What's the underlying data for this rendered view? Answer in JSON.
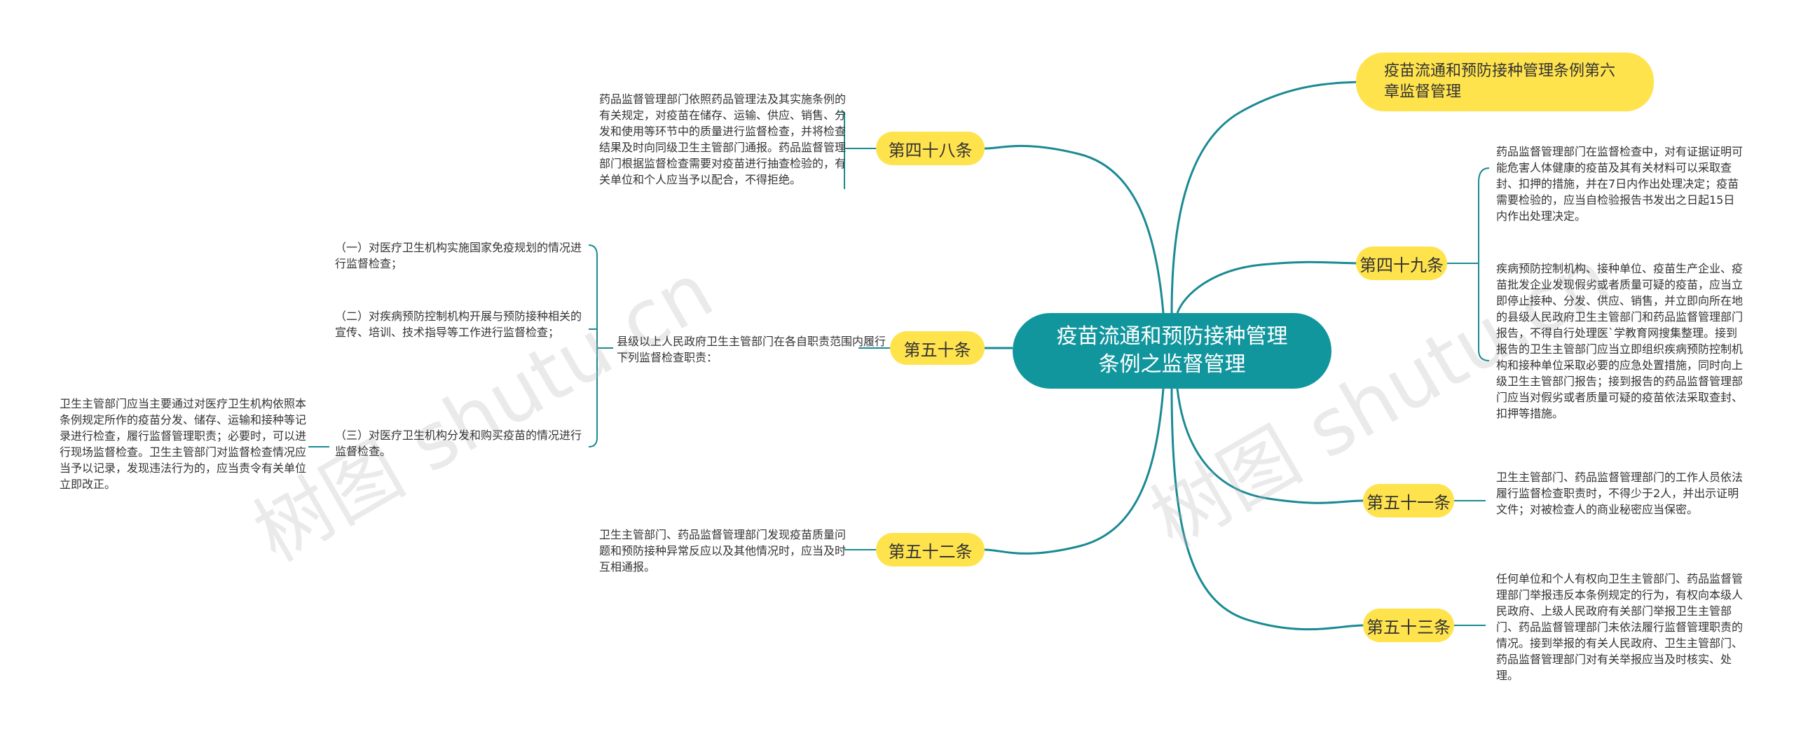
{
  "root": {
    "line1": "疫苗流通和预防接种管理",
    "line2": "条例之监督管理"
  },
  "right": [
    {
      "label": "疫苗流通和预防接种管理条例第六章监督管理"
    },
    {
      "label": "第四十九条",
      "texts": [
        "药品监督管理部门在监督检查中，对有证据证明可能危害人体健康的疫苗及其有关材料可以采取查封、扣押的措施，并在7日内作出处理决定；疫苗需要检验的，应当自检验报告书发出之日起15日内作出处理决定。",
        "疾病预防控制机构、接种单位、疫苗生产企业、疫苗批发企业发现假劣或者质量可疑的疫苗，应当立即停止接种、分发、供应、销售，并立即向所在地的县级人民政府卫生主管部门和药品监督管理部门报告，不得自行处理医`学教育网搜集整理。接到报告的卫生主管部门应当立即组织疾病预防控制机构和接种单位采取必要的应急处置措施，同时向上级卫生主管部门报告；接到报告的药品监督管理部门应当对假劣或者质量可疑的疫苗依法采取查封、扣押等措施。"
      ]
    },
    {
      "label": "第五十一条",
      "text": "卫生主管部门、药品监督管理部门的工作人员依法履行监督检查职责时，不得少于2人，并出示证明文件；对被检查人的商业秘密应当保密。"
    },
    {
      "label": "第五十三条",
      "text": "任何单位和个人有权向卫生主管部门、药品监督管理部门举报违反本条例规定的行为，有权向本级人民政府、上级人民政府有关部门举报卫生主管部门、药品监督管理部门未依法履行监督管理职责的情况。接到举报的有关人民政府、卫生主管部门、药品监督管理部门对有关举报应当及时核实、处理。"
    }
  ],
  "left": [
    {
      "label": "第四十八条",
      "text": "药品监督管理部门依照药品管理法及其实施条例的有关规定，对疫苗在储存、运输、供应、销售、分发和使用等环节中的质量进行监督检查，并将检查结果及时向同级卫生主管部门通报。药品监督管理部门根据监督检查需要对疫苗进行抽查检验的，有关单位和个人应当予以配合，不得拒绝。"
    },
    {
      "label": "第五十条",
      "text": "县级以上人民政府卫生主管部门在各自职责范围内履行下列监督检查职责：",
      "items": [
        "（一）对医疗卫生机构实施国家免疫规划的情况进行监督检查；",
        "（二）对疾病预防控制机构开展与预防接种相关的宣传、培训、技术指导等工作进行监督检查；",
        "（三）对医疗卫生机构分发和购买疫苗的情况进行监督检查。"
      ],
      "subtext": "卫生主管部门应当主要通过对医疗卫生机构依照本条例规定所作的疫苗分发、储存、运输和接种等记录进行检查，履行监督管理职责；必要时，可以进行现场监督检查。卫生主管部门对监督检查情况应当予以记录，发现违法行为的，应当责令有关单位立即改正。"
    },
    {
      "label": "第五十二条",
      "text": "卫生主管部门、药品监督管理部门发现疫苗质量问题和预防接种异常反应以及其他情况时，应当及时互相通报。"
    }
  ],
  "watermarks": [
    "树图 shutu.cn",
    "树图 shutu.cn"
  ],
  "colors": {
    "line": "#1a8a93",
    "root": "#12969e",
    "topic": "#ffe34d"
  }
}
